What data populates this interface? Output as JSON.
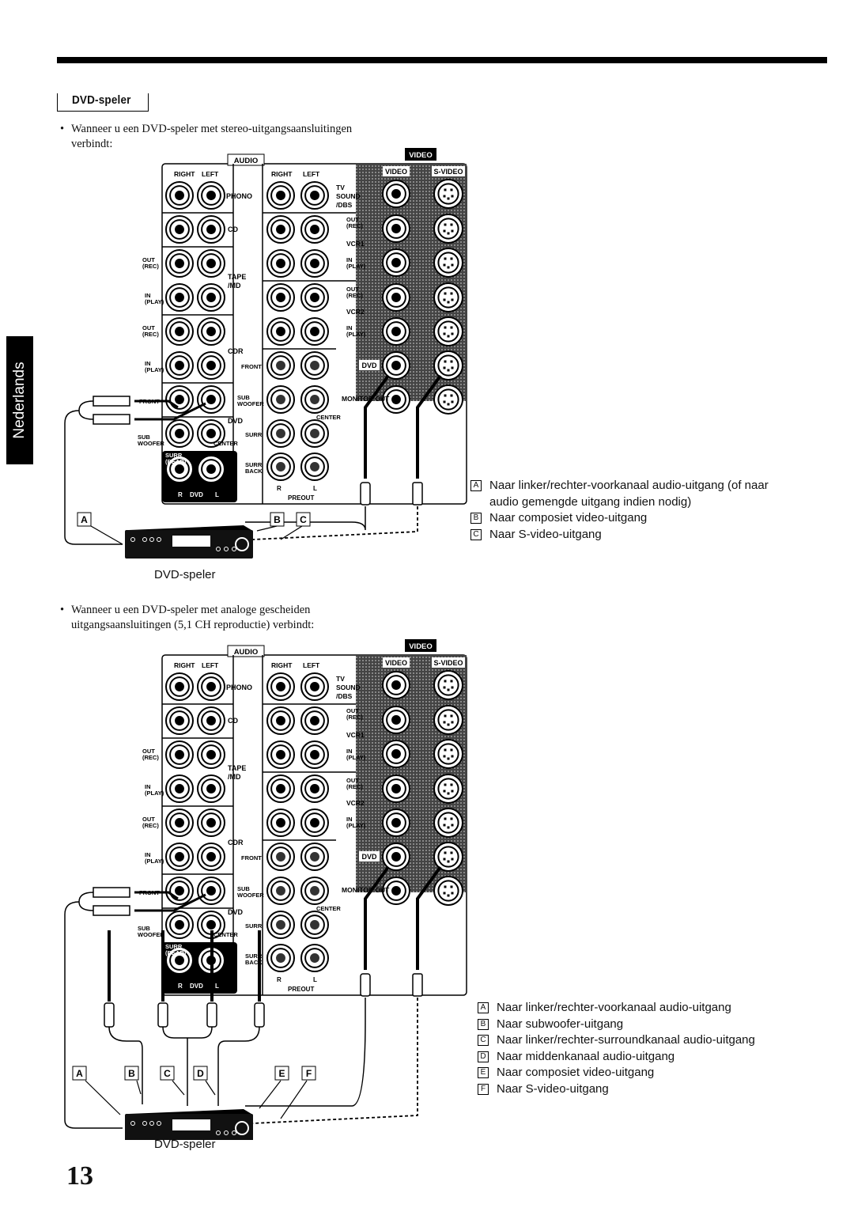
{
  "page": {
    "side_tab": "Nederlands",
    "page_number": "13",
    "section_title": "DVD-speler"
  },
  "diagram1": {
    "intro": "Wanneer u een DVD-speler met stereo-uitgangsaansluitingen verbindt:",
    "caption": "DVD-speler",
    "legend": [
      {
        "key": "A",
        "text": "Naar linker/rechter-voorkanaal audio-uitgang (of naar audio gemengde uitgang indien nodig)"
      },
      {
        "key": "B",
        "text": "Naar composiet video-uitgang"
      },
      {
        "key": "C",
        "text": "Naar S-video-uitgang"
      }
    ]
  },
  "diagram2": {
    "intro": "Wanneer u een DVD-speler met analoge gescheiden uitgangsaansluitingen (5,1 CH reproductie) verbindt:",
    "caption": "DVD-speler",
    "legend": [
      {
        "key": "A",
        "text": "Naar linker/rechter-voorkanaal audio-uitgang"
      },
      {
        "key": "B",
        "text": "Naar subwoofer-uitgang"
      },
      {
        "key": "C",
        "text": "Naar linker/rechter-surroundkanaal audio-uitgang"
      },
      {
        "key": "D",
        "text": "Naar middenkanaal audio-uitgang"
      },
      {
        "key": "E",
        "text": "Naar composiet video-uitgang"
      },
      {
        "key": "F",
        "text": "Naar S-video-uitgang"
      }
    ]
  },
  "panel_labels": {
    "audio": "AUDIO",
    "video_header": "VIDEO",
    "video": "VIDEO",
    "svideo": "S-VIDEO",
    "right": "RIGHT",
    "left": "LEFT",
    "phono": "PHONO",
    "cd": "CD",
    "tape_md": "TAPE /MD",
    "cdr": "CDR",
    "dvd": "DVD",
    "out_rec": "OUT (REC)",
    "in_play": "IN (PLAY)",
    "front": "FRONT",
    "sub_woofer": "SUB WOOFER",
    "center": "CENTER",
    "surr_rear": "SURR (REAR)",
    "dvd_r": "R",
    "dvd_l": "L",
    "tv_sound": "TV SOUND /DBS",
    "vcr1": "VCR1",
    "vcr2": "VCR2",
    "surr": "SURR",
    "surr_back": "SURR BACK",
    "preout": "PREOUT",
    "monitor_out": "MONITOR OUT",
    "preout_r": "R",
    "preout_l": "L"
  }
}
